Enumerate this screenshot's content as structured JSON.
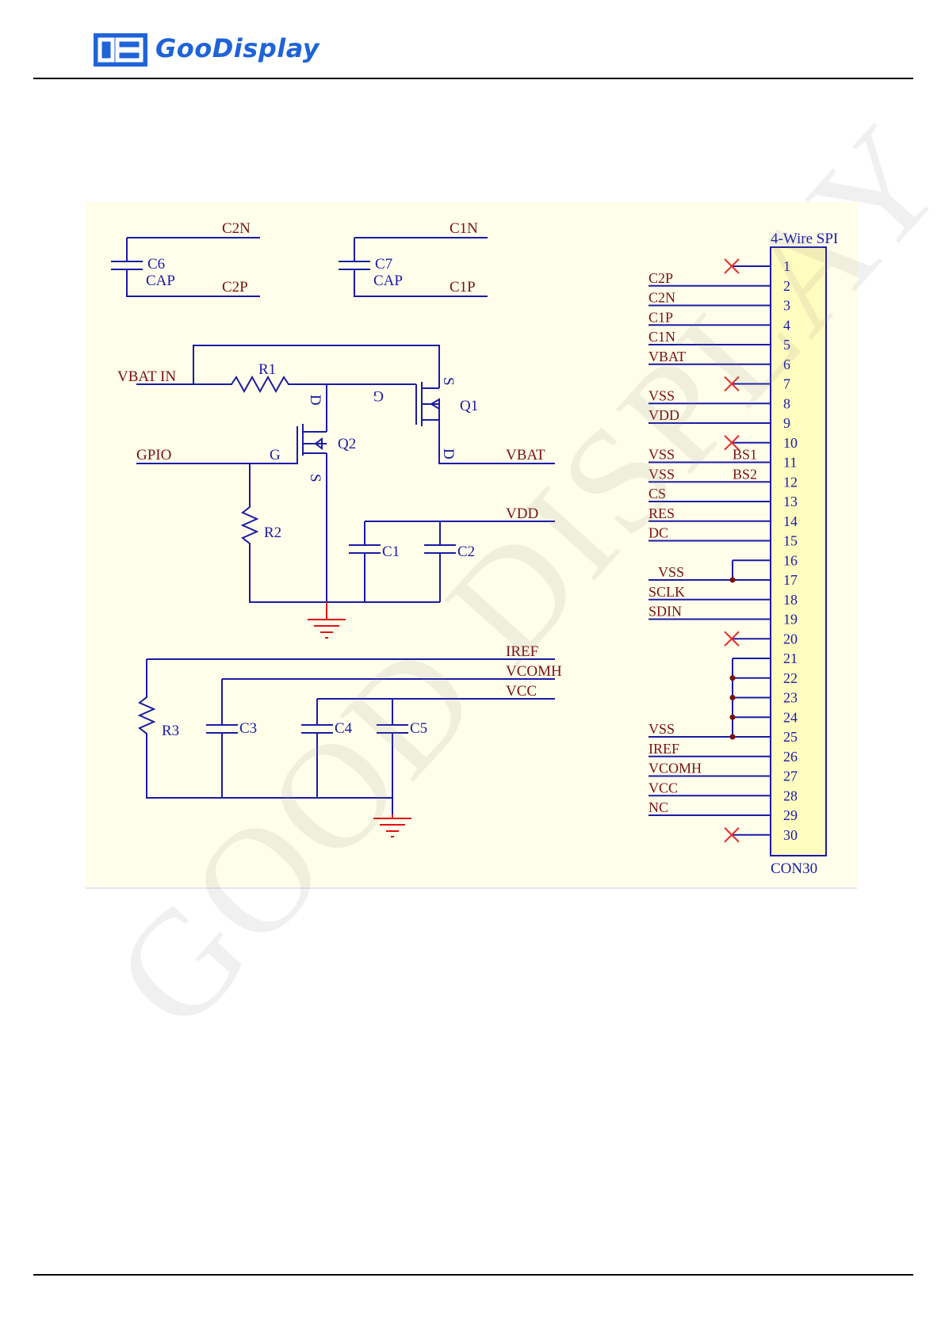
{
  "brand": {
    "name": "GooDisplay"
  },
  "watermark": {
    "text": "GOOD DISPLAY"
  },
  "schematic": {
    "connector": {
      "title": "4-Wire SPI",
      "name": "CON30",
      "pins": [
        {
          "num": "1",
          "net": "",
          "nc": true
        },
        {
          "num": "2",
          "net": "C2P"
        },
        {
          "num": "3",
          "net": "C2N"
        },
        {
          "num": "4",
          "net": "C1P"
        },
        {
          "num": "5",
          "net": "C1N"
        },
        {
          "num": "6",
          "net": "VBAT"
        },
        {
          "num": "7",
          "net": "",
          "nc": true
        },
        {
          "num": "8",
          "net": "VSS"
        },
        {
          "num": "9",
          "net": "VDD"
        },
        {
          "num": "10",
          "net": "",
          "nc": true,
          "tag": "BS1"
        },
        {
          "num": "11",
          "net": "VSS",
          "tag": "BS1"
        },
        {
          "num": "12",
          "net": "VSS",
          "tag": "BS2"
        },
        {
          "num": "13",
          "net": "CS"
        },
        {
          "num": "14",
          "net": "RES"
        },
        {
          "num": "15",
          "net": "DC"
        },
        {
          "num": "16",
          "net": ""
        },
        {
          "num": "17",
          "net": "VSS"
        },
        {
          "num": "18",
          "net": "SCLK"
        },
        {
          "num": "19",
          "net": "SDIN"
        },
        {
          "num": "20",
          "net": "",
          "nc": true
        },
        {
          "num": "21",
          "net": ""
        },
        {
          "num": "22",
          "net": ""
        },
        {
          "num": "23",
          "net": ""
        },
        {
          "num": "24",
          "net": ""
        },
        {
          "num": "25",
          "net": "VSS"
        },
        {
          "num": "26",
          "net": "IREF"
        },
        {
          "num": "27",
          "net": "VCOMH"
        },
        {
          "num": "28",
          "net": "VCC"
        },
        {
          "num": "29",
          "net": "NC"
        },
        {
          "num": "30",
          "net": "",
          "nc": true
        }
      ]
    },
    "labels": {
      "c6": "C6",
      "c6_type": "CAP",
      "c2n": "C2N",
      "c2p": "C2P",
      "c7": "C7",
      "c7_type": "CAP",
      "c1n": "C1N",
      "c1p": "C1P",
      "vbat_in": "VBAT IN",
      "r1": "R1",
      "q1": "Q1",
      "q1_s": "S",
      "q1_g": "G",
      "q1_d": "D",
      "q2": "Q2",
      "q2_d": "D",
      "q2_g": "G",
      "q2_s": "S",
      "gpio": "GPIO",
      "vbat": "VBAT",
      "r2": "R2",
      "vdd": "VDD",
      "c1": "C1",
      "c2": "C2",
      "iref": "IREF",
      "vcomh": "VCOMH",
      "vcc": "VCC",
      "r3": "R3",
      "c3": "C3",
      "c4": "C4",
      "c5": "C5"
    },
    "colors": {
      "wire": "#1a1aa8",
      "label": "#7a1010",
      "ground": "#e01010",
      "nc_mark": "#e23030",
      "connector_fill": "#fffcc0",
      "junction": "#7a1010"
    }
  }
}
